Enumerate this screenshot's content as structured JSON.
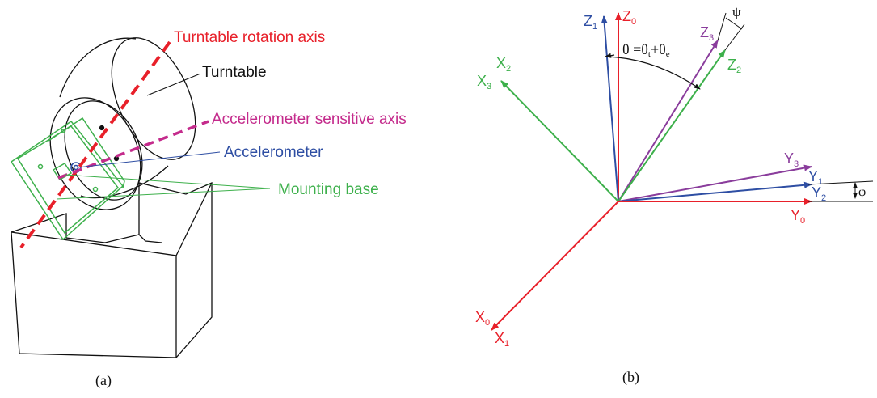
{
  "panel_a": {
    "caption": "(a)",
    "labels": {
      "rotation_axis": "Turntable rotation axis",
      "turntable": "Turntable",
      "sensitive_axis": "Accelerometer sensitive axis",
      "accelerometer": "Accelerometer",
      "mounting_base": "Mounting base"
    }
  },
  "panel_b": {
    "caption": "(b)",
    "axes": {
      "z1": {
        "main": "Z",
        "sub": "1"
      },
      "z0": {
        "main": "Z",
        "sub": "0"
      },
      "z3": {
        "main": "Z",
        "sub": "3"
      },
      "z2": {
        "main": "Z",
        "sub": "2"
      },
      "x2": {
        "main": "X",
        "sub": "2"
      },
      "x3": {
        "main": "X",
        "sub": "3"
      },
      "x0": {
        "main": "X",
        "sub": "0"
      },
      "x1": {
        "main": "X",
        "sub": "1"
      },
      "y3": {
        "main": "Y",
        "sub": "3"
      },
      "y1": {
        "main": "Y",
        "sub": "1"
      },
      "y2": {
        "main": "Y",
        "sub": "2"
      },
      "y0": {
        "main": "Y",
        "sub": "0"
      }
    },
    "angles": {
      "psi": "ψ",
      "phi": "φ",
      "theta_eq": {
        "a": "θ =θ",
        "t": "t",
        "b": "+θ",
        "e": "e"
      }
    }
  },
  "colors": {
    "red": "#e8202a",
    "blue": "#2e4ea3",
    "green": "#3db04b",
    "purple": "#8a3d9c",
    "magenta": "#c42b8c",
    "black": "#111111"
  }
}
